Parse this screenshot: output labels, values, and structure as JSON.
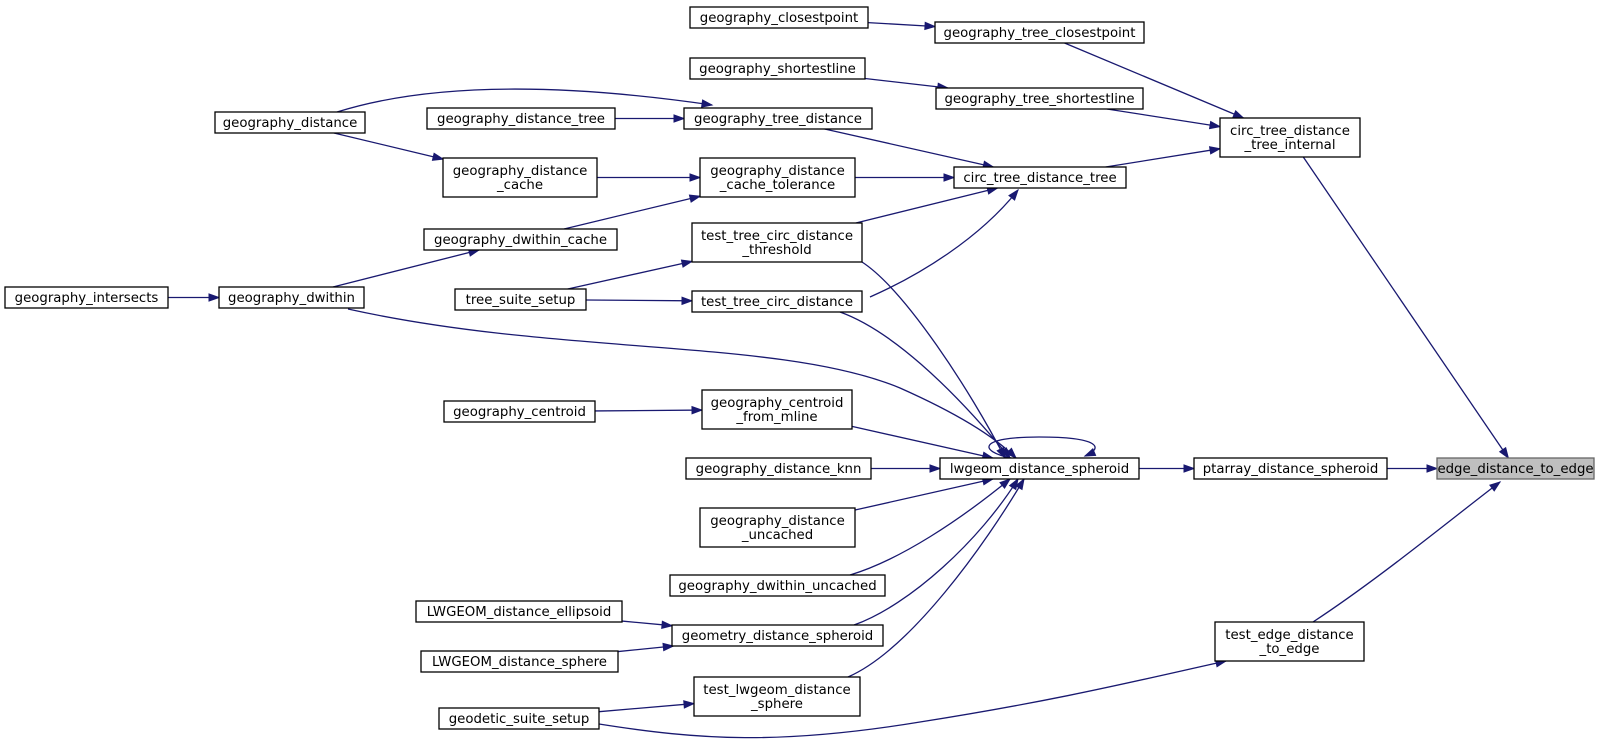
{
  "graph": {
    "edge_color": "#191970",
    "root_fill": "#bfbfbf",
    "nodes": [
      {
        "id": "edge_distance_to_edge",
        "lines": [
          "edge_distance_to_edge"
        ],
        "root": true
      },
      {
        "id": "circ_tree_distance_tree_internal",
        "lines": [
          "circ_tree_distance",
          "_tree_internal"
        ]
      },
      {
        "id": "ptarray_distance_spheroid",
        "lines": [
          "ptarray_distance_spheroid"
        ]
      },
      {
        "id": "test_edge_distance_to_edge",
        "lines": [
          "test_edge_distance",
          "_to_edge"
        ]
      },
      {
        "id": "geography_tree_closestpoint",
        "lines": [
          "geography_tree_closestpoint"
        ]
      },
      {
        "id": "geography_tree_shortestline",
        "lines": [
          "geography_tree_shortestline"
        ]
      },
      {
        "id": "circ_tree_distance_tree",
        "lines": [
          "circ_tree_distance_tree"
        ]
      },
      {
        "id": "lwgeom_distance_spheroid",
        "lines": [
          "lwgeom_distance_spheroid"
        ]
      },
      {
        "id": "geography_closestpoint",
        "lines": [
          "geography_closestpoint"
        ]
      },
      {
        "id": "geography_shortestline",
        "lines": [
          "geography_shortestline"
        ]
      },
      {
        "id": "geography_tree_distance",
        "lines": [
          "geography_tree_distance"
        ]
      },
      {
        "id": "geography_distance_cache_tolerance",
        "lines": [
          "geography_distance",
          "_cache_tolerance"
        ]
      },
      {
        "id": "test_tree_circ_distance_threshold",
        "lines": [
          "test_tree_circ_distance",
          "_threshold"
        ]
      },
      {
        "id": "test_tree_circ_distance",
        "lines": [
          "test_tree_circ_distance"
        ]
      },
      {
        "id": "geography_centroid_from_mline",
        "lines": [
          "geography_centroid",
          "_from_mline"
        ]
      },
      {
        "id": "geography_distance_knn",
        "lines": [
          "geography_distance_knn"
        ]
      },
      {
        "id": "geography_distance_uncached",
        "lines": [
          "geography_distance",
          "_uncached"
        ]
      },
      {
        "id": "geography_dwithin_uncached",
        "lines": [
          "geography_dwithin_uncached"
        ]
      },
      {
        "id": "geometry_distance_spheroid",
        "lines": [
          "geometry_distance_spheroid"
        ]
      },
      {
        "id": "test_lwgeom_distance_sphere",
        "lines": [
          "test_lwgeom_distance",
          "_sphere"
        ]
      },
      {
        "id": "geography_distance_tree",
        "lines": [
          "geography_distance_tree"
        ]
      },
      {
        "id": "geography_distance_cache",
        "lines": [
          "geography_distance",
          "_cache"
        ]
      },
      {
        "id": "geography_dwithin_cache",
        "lines": [
          "geography_dwithin_cache"
        ]
      },
      {
        "id": "tree_suite_setup",
        "lines": [
          "tree_suite_setup"
        ]
      },
      {
        "id": "geography_centroid",
        "lines": [
          "geography_centroid"
        ]
      },
      {
        "id": "LWGEOM_distance_ellipsoid",
        "lines": [
          "LWGEOM_distance_ellipsoid"
        ]
      },
      {
        "id": "LWGEOM_distance_sphere",
        "lines": [
          "LWGEOM_distance_sphere"
        ]
      },
      {
        "id": "geodetic_suite_setup",
        "lines": [
          "geodetic_suite_setup"
        ]
      },
      {
        "id": "geography_distance",
        "lines": [
          "geography_distance"
        ]
      },
      {
        "id": "geography_dwithin",
        "lines": [
          "geography_dwithin"
        ]
      },
      {
        "id": "geography_intersects",
        "lines": [
          "geography_intersects"
        ]
      }
    ],
    "edges": [
      {
        "from": "circ_tree_distance_tree_internal",
        "to": "edge_distance_to_edge"
      },
      {
        "from": "ptarray_distance_spheroid",
        "to": "edge_distance_to_edge"
      },
      {
        "from": "test_edge_distance_to_edge",
        "to": "edge_distance_to_edge"
      },
      {
        "from": "geography_tree_closestpoint",
        "to": "circ_tree_distance_tree_internal"
      },
      {
        "from": "geography_tree_shortestline",
        "to": "circ_tree_distance_tree_internal"
      },
      {
        "from": "circ_tree_distance_tree",
        "to": "circ_tree_distance_tree_internal"
      },
      {
        "from": "lwgeom_distance_spheroid",
        "to": "ptarray_distance_spheroid"
      },
      {
        "from": "geodetic_suite_setup",
        "to": "test_edge_distance_to_edge"
      },
      {
        "from": "geography_closestpoint",
        "to": "geography_tree_closestpoint"
      },
      {
        "from": "geography_shortestline",
        "to": "geography_tree_shortestline"
      },
      {
        "from": "geography_tree_distance",
        "to": "circ_tree_distance_tree"
      },
      {
        "from": "geography_distance_cache_tolerance",
        "to": "circ_tree_distance_tree"
      },
      {
        "from": "test_tree_circ_distance_threshold",
        "to": "circ_tree_distance_tree"
      },
      {
        "from": "test_tree_circ_distance",
        "to": "circ_tree_distance_tree"
      },
      {
        "from": "lwgeom_distance_spheroid",
        "to": "lwgeom_distance_spheroid"
      },
      {
        "from": "geography_centroid_from_mline",
        "to": "lwgeom_distance_spheroid"
      },
      {
        "from": "geography_distance_knn",
        "to": "lwgeom_distance_spheroid"
      },
      {
        "from": "geography_distance_uncached",
        "to": "lwgeom_distance_spheroid"
      },
      {
        "from": "geography_dwithin_uncached",
        "to": "lwgeom_distance_spheroid"
      },
      {
        "from": "geometry_distance_spheroid",
        "to": "lwgeom_distance_spheroid"
      },
      {
        "from": "test_lwgeom_distance_sphere",
        "to": "lwgeom_distance_spheroid"
      },
      {
        "from": "test_tree_circ_distance_threshold",
        "to": "lwgeom_distance_spheroid"
      },
      {
        "from": "test_tree_circ_distance",
        "to": "lwgeom_distance_spheroid"
      },
      {
        "from": "geography_dwithin",
        "to": "lwgeom_distance_spheroid"
      },
      {
        "from": "geography_distance",
        "to": "geography_tree_distance"
      },
      {
        "from": "geography_distance_tree",
        "to": "geography_tree_distance"
      },
      {
        "from": "geography_distance_cache",
        "to": "geography_distance_cache_tolerance"
      },
      {
        "from": "geography_dwithin_cache",
        "to": "geography_distance_cache_tolerance"
      },
      {
        "from": "tree_suite_setup",
        "to": "test_tree_circ_distance_threshold"
      },
      {
        "from": "tree_suite_setup",
        "to": "test_tree_circ_distance"
      },
      {
        "from": "geography_centroid",
        "to": "geography_centroid_from_mline"
      },
      {
        "from": "LWGEOM_distance_ellipsoid",
        "to": "geometry_distance_spheroid"
      },
      {
        "from": "LWGEOM_distance_sphere",
        "to": "geometry_distance_spheroid"
      },
      {
        "from": "geodetic_suite_setup",
        "to": "test_lwgeom_distance_sphere"
      },
      {
        "from": "geography_distance",
        "to": "geography_distance_cache"
      },
      {
        "from": "geography_dwithin",
        "to": "geography_dwithin_cache"
      },
      {
        "from": "geography_intersects",
        "to": "geography_dwithin"
      }
    ]
  }
}
